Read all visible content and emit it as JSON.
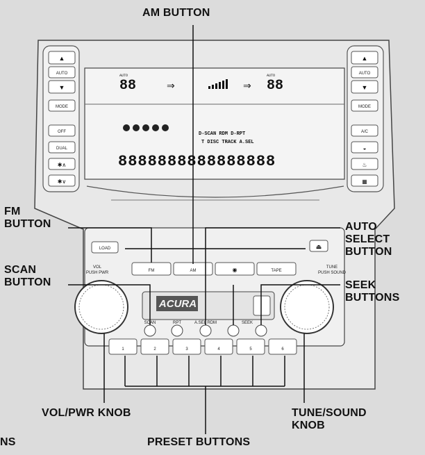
{
  "callouts": {
    "am_button": "AM BUTTON",
    "fm_button": [
      "FM",
      "BUTTON"
    ],
    "scan_button": [
      "SCAN",
      "BUTTON"
    ],
    "auto_select_button": [
      "AUTO",
      "SELECT",
      "BUTTON"
    ],
    "seek_buttons": [
      "SEEK",
      "BUTTONS"
    ],
    "vol_pwr_knob": "VOL/PWR KNOB",
    "tune_sound_knob": [
      "TUNE/SOUND",
      "KNOB"
    ],
    "preset_buttons": "PRESET BUTTONS",
    "cut_off": "NS"
  },
  "panel": {
    "left_climate": [
      "AUTO",
      "MODE",
      "OFF",
      "DUAL"
    ],
    "right_climate": [
      "AUTO",
      "MODE",
      "A/C"
    ],
    "lcd_upper": {
      "left_temp": "88",
      "right_temp": "88",
      "left_auto": "AUTO",
      "right_auto": "AUTO"
    },
    "lcd_lower": {
      "row1": "D-SCAN RDM D-RPT",
      "row2": "T DISC TRACK A.SEL",
      "digits": "8888888888888888"
    },
    "load_label": "LOAD",
    "vol_label": [
      "VOL",
      "PUSH PWR"
    ],
    "tune_label": [
      "TUNE",
      "PUSH SOUND"
    ],
    "radio_buttons": [
      "FM",
      "AM",
      "TAPE"
    ],
    "lower_labels": [
      "SCAN",
      "RPT",
      "A.SEL RDM",
      "SEEK"
    ],
    "brand": "ACURA",
    "presets": [
      "1",
      "2",
      "3",
      "4",
      "5",
      "6"
    ]
  }
}
